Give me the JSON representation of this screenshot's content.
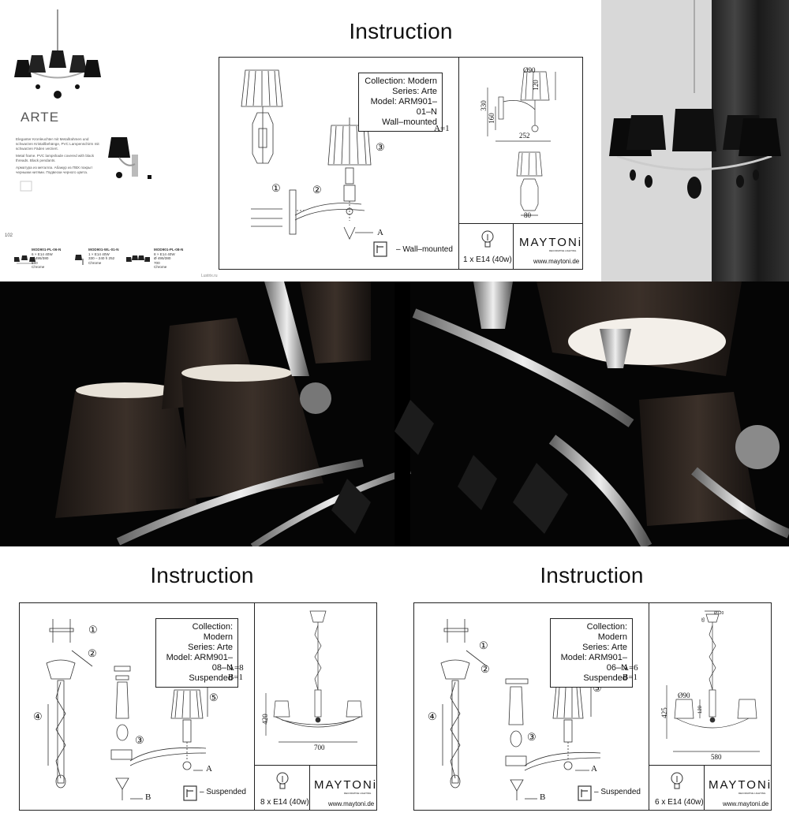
{
  "catalog": {
    "series_name": "ARTE",
    "page_number": "102",
    "site": "Lustrix.ru",
    "features": [
      "Eleganter Kronleuchter mit Metallrahmen und schwarzen Kristallbehänge, PVC Lampenschirm mit schwarzen Fäden verziert.",
      "Metal frame. PVC lampshade covered with black threads. Black pendants.",
      "Арматура из металла. Абажур из ПВХ покрыт черными нитями. Подвески черного цвета."
    ],
    "products": [
      {
        "code": "MOD901-PL-06-N",
        "specs": [
          "6 × E14 40W",
          "Ø 495/380",
          "580",
          "Chrome"
        ]
      },
      {
        "code": "MOD901-WL-01-N",
        "specs": [
          "1 × E14 40W",
          "330 – 240 h 252",
          "Chrome"
        ]
      },
      {
        "code": "MOD901-PL-08-N",
        "specs": [
          "8 × E14 40W",
          "Ø 495/380",
          "700",
          "Chrome"
        ]
      }
    ]
  },
  "top_instruction": {
    "title": "Instruction",
    "info": [
      "Collection: Modern",
      "Series: Arte",
      "Model: ARM901–01–N",
      "Wall–mounted"
    ],
    "qty_a": "A=1",
    "labels": {
      "n1": "①",
      "n2": "②",
      "n3": "③",
      "a": "A"
    },
    "legend": "– Wall–mounted",
    "dims": {
      "d_shade": "Ø90",
      "h_total": "330",
      "h_shade": "120",
      "h_lower": "160",
      "depth": "252",
      "width": "80"
    },
    "bulb": "1 x E14 (40w)",
    "brand": "MAYTONi",
    "brand_sub": "DECORATIVE LIGHTING",
    "url": "www.maytoni.de"
  },
  "left_instruction": {
    "title": "Instruction",
    "info": [
      "Collection: Modern",
      "Series: Arte",
      "Model: ARM901–08–N",
      "Suspended"
    ],
    "qty_a": "A=8",
    "qty_b": "B=1",
    "labels": {
      "n1": "①",
      "n2": "②",
      "n3": "③",
      "n4": "④",
      "n5": "⑤",
      "a": "A",
      "b": "B"
    },
    "legend": "– Suspended",
    "dims": {
      "height": "420",
      "width": "700"
    },
    "bulb": "8 x E14 (40w)",
    "brand": "MAYTONi",
    "brand_sub": "DECORATIVE LIGHTING",
    "url": "www.maytoni.de"
  },
  "right_instruction": {
    "title": "Instruction",
    "info": [
      "Collection: Modern",
      "Series: Arte",
      "Model: ARM901–06–N",
      "Suspended"
    ],
    "qty_a": "A=6",
    "qty_b": "B=1",
    "labels": {
      "n1": "①",
      "n2": "②",
      "n3": "③",
      "n4": "④",
      "n5": "⑤",
      "a": "A",
      "b": "B"
    },
    "legend": "– Suspended",
    "dims": {
      "top": "Ø120",
      "top_h": "65",
      "shade_d": "Ø90",
      "shade_h": "120",
      "height": "425",
      "width": "580"
    },
    "bulb": "6 x E14 (40w)",
    "brand": "MAYTONi",
    "brand_sub": "DECORATIVE LIGHTING",
    "url": "www.maytoni.de"
  }
}
